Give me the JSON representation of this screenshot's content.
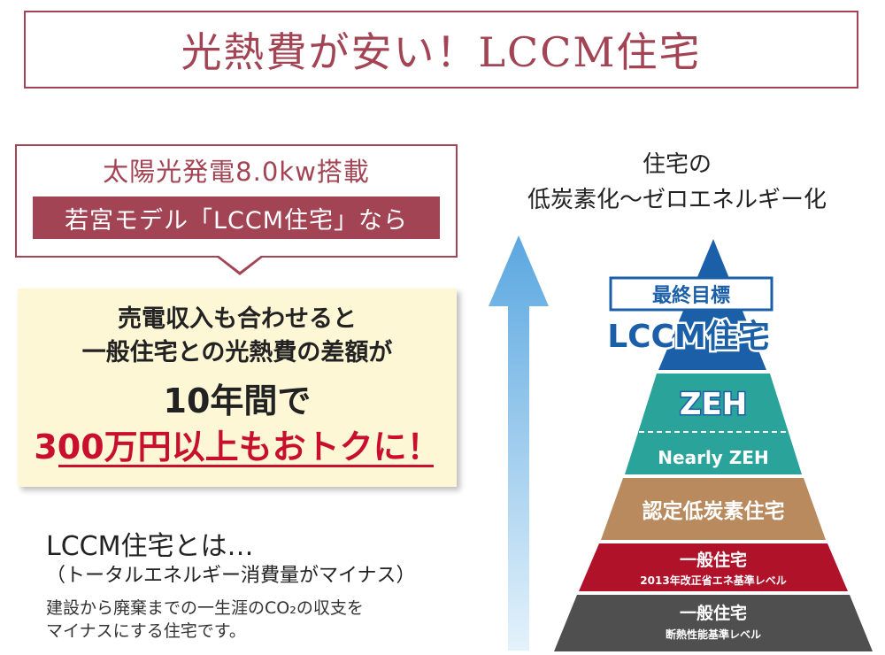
{
  "title": "光熱費が安い！LCCM住宅",
  "callout": {
    "line1": "太陽光発電8.0kw搭載",
    "banner": "若宮モデル「LCCM住宅」なら"
  },
  "highlight": {
    "line1": "売電収入も合わせると",
    "line2": "一般住宅との光熱費の差額が",
    "line3": "10年間で",
    "line4": "300万円以上もおトクに！"
  },
  "lccm_description": {
    "title": "LCCM住宅とは…",
    "subtitle": "（トータルエネルギー消費量がマイナス）",
    "body_line1": "建設から廃棄までの一生涯のCO₂の収支を",
    "body_line2": "マイナスにする住宅です。"
  },
  "diagram": {
    "heading_line1": "住宅の",
    "heading_line2": "低炭素化〜ゼロエネルギー化",
    "goal_badge": "最終目標",
    "level_top": "LCCM住宅",
    "level_zeh": "ZEH",
    "level_nearly_zeh": "Nearly ZEH",
    "level_certified": "認定低炭素住宅",
    "level_general_2013": "一般住宅",
    "level_general_2013_note": "2013年改正省エネ基準レベル",
    "level_general_insulation": "一般住宅",
    "level_general_insulation_note": "断熱性能基準レベル"
  },
  "colors": {
    "accent": "#a34454",
    "red": "#c8102e",
    "blue": "#1a5fa8",
    "teal": "#2aa39a",
    "tan": "#b98a5e",
    "crimson": "#b0122a",
    "gray": "#4f4f4f",
    "arrow": "#8ec5ea"
  }
}
